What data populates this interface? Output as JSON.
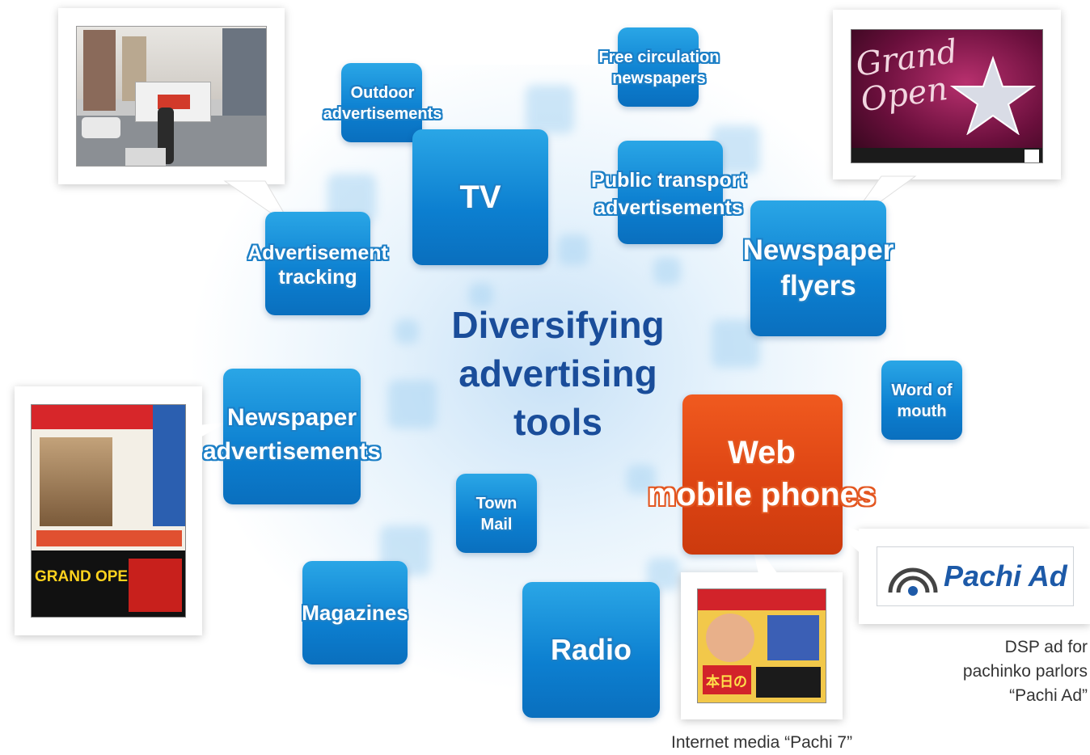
{
  "center_title": [
    "Diversifying",
    "advertising",
    "tools"
  ],
  "tiles": {
    "outdoor": [
      "Outdoor",
      "advertisements"
    ],
    "free_circulation": [
      "Free circulation",
      "newspapers"
    ],
    "tv": "TV",
    "public_transport": [
      "Public transport",
      "advertisements"
    ],
    "ad_tracking": [
      "Advertisement",
      "tracking"
    ],
    "newspaper_flyers": [
      "Newspaper",
      "flyers"
    ],
    "word_of_mouth": [
      "Word of",
      "mouth"
    ],
    "newspaper_ads": [
      "Newspaper",
      "advertisements"
    ],
    "town_mail": [
      "Town",
      "Mail"
    ],
    "web": [
      "Web",
      "mobile phones"
    ],
    "magazines": "Magazines",
    "radio": "Radio"
  },
  "pachi_ad_logo": {
    "pachi": "Pachi",
    "ad": "Ad"
  },
  "captions": {
    "dsp": [
      "DSP ad for",
      "pachinko parlors",
      "“Pachi Ad”"
    ],
    "internet_media": "Internet media “Pachi 7”"
  },
  "photo_texts": {
    "grand_open": "Grand Open",
    "newspaper_headline": "GRAND OPEN",
    "pachi7_banner": "本日の"
  },
  "colors": {
    "tile_blue": "#0c7fd0",
    "tile_orange": "#dd4413",
    "title_navy": "#1a4d9a",
    "logo_blue": "#1d5aa8"
  }
}
